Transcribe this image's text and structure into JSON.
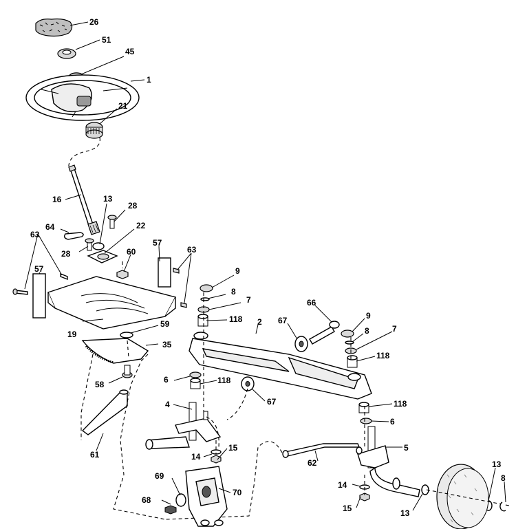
{
  "callouts": [
    {
      "id": "c26",
      "text": "26"
    },
    {
      "id": "c51",
      "text": "51"
    },
    {
      "id": "c45",
      "text": "45"
    },
    {
      "id": "c1",
      "text": "1"
    },
    {
      "id": "c21",
      "text": "21"
    },
    {
      "id": "c16",
      "text": "16"
    },
    {
      "id": "c13a",
      "text": "13"
    },
    {
      "id": "c28a",
      "text": "28"
    },
    {
      "id": "c64",
      "text": "64"
    },
    {
      "id": "c22",
      "text": "22"
    },
    {
      "id": "c28b",
      "text": "28"
    },
    {
      "id": "c63a",
      "text": "63"
    },
    {
      "id": "c57a",
      "text": "57"
    },
    {
      "id": "c60",
      "text": "60"
    },
    {
      "id": "c57b",
      "text": "57"
    },
    {
      "id": "c63b",
      "text": "63"
    },
    {
      "id": "c9a",
      "text": "9"
    },
    {
      "id": "c8a",
      "text": "8"
    },
    {
      "id": "c7a",
      "text": "7"
    },
    {
      "id": "c118a",
      "text": "118"
    },
    {
      "id": "c66",
      "text": "66"
    },
    {
      "id": "c2",
      "text": "2"
    },
    {
      "id": "c67a",
      "text": "67"
    },
    {
      "id": "c9b",
      "text": "9"
    },
    {
      "id": "c8b",
      "text": "8"
    },
    {
      "id": "c7b",
      "text": "7"
    },
    {
      "id": "c118b",
      "text": "118"
    },
    {
      "id": "c19",
      "text": "19"
    },
    {
      "id": "c59",
      "text": "59"
    },
    {
      "id": "c35",
      "text": "35"
    },
    {
      "id": "c58",
      "text": "58"
    },
    {
      "id": "c6a",
      "text": "6"
    },
    {
      "id": "c118c",
      "text": "118"
    },
    {
      "id": "c67b",
      "text": "67"
    },
    {
      "id": "c118d",
      "text": "118"
    },
    {
      "id": "c4",
      "text": "4"
    },
    {
      "id": "c6b",
      "text": "6"
    },
    {
      "id": "c61",
      "text": "61"
    },
    {
      "id": "c14a",
      "text": "14"
    },
    {
      "id": "c15a",
      "text": "15"
    },
    {
      "id": "c5",
      "text": "5"
    },
    {
      "id": "c62",
      "text": "62"
    },
    {
      "id": "c69",
      "text": "69"
    },
    {
      "id": "c70",
      "text": "70"
    },
    {
      "id": "c68",
      "text": "68"
    },
    {
      "id": "c14b",
      "text": "14"
    },
    {
      "id": "c15b",
      "text": "15"
    },
    {
      "id": "c13b",
      "text": "13"
    },
    {
      "id": "c13c",
      "text": "13"
    },
    {
      "id": "c8c",
      "text": "8"
    }
  ]
}
